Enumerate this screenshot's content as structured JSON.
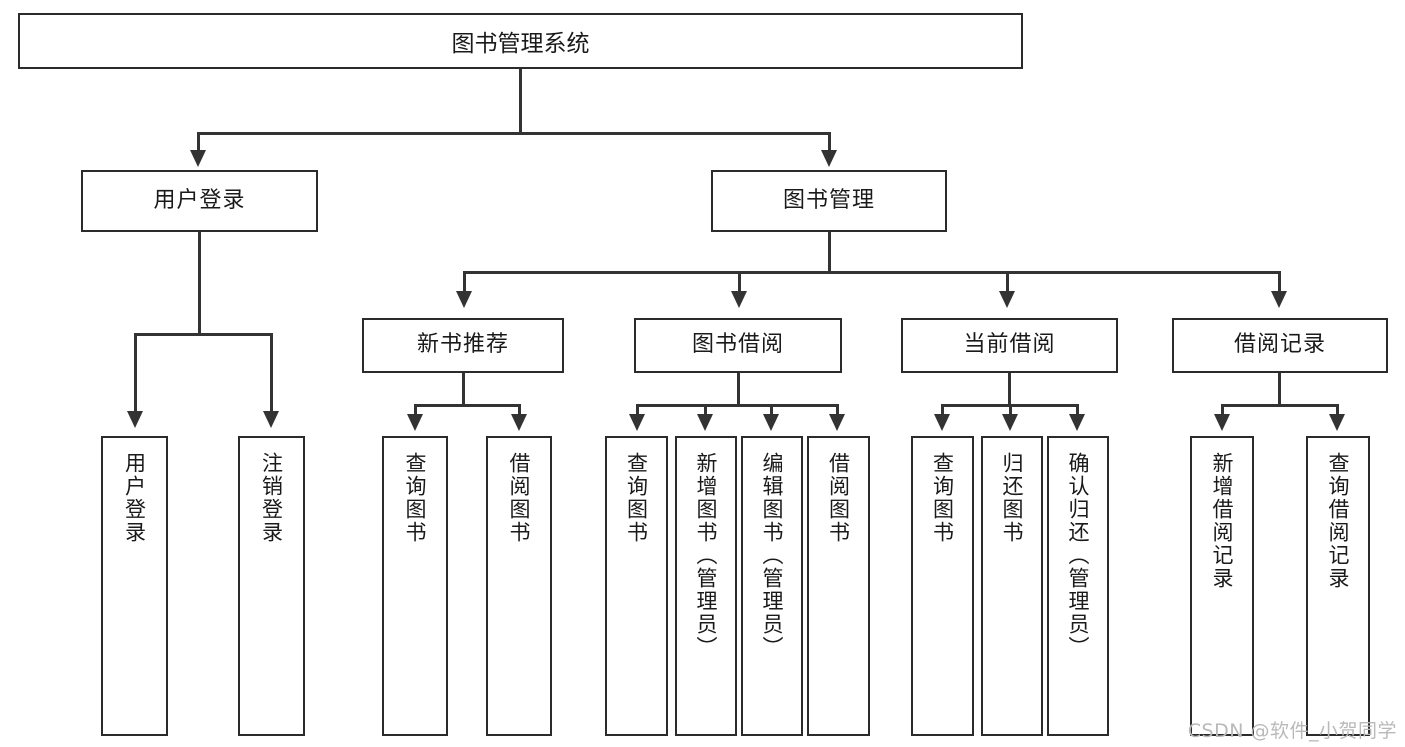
{
  "diagram": {
    "type": "tree",
    "title": "图书管理系统",
    "root": {
      "label": "图书管理系统"
    },
    "level2": [
      {
        "label": "用户登录"
      },
      {
        "label": "图书管理"
      }
    ],
    "level3": [
      {
        "label": "新书推荐"
      },
      {
        "label": "图书借阅"
      },
      {
        "label": "当前借阅"
      },
      {
        "label": "借阅记录"
      }
    ],
    "leaves": {
      "user_login": [
        {
          "label": "用户登录"
        },
        {
          "label": "注销登录"
        }
      ],
      "new_book_rec": [
        {
          "label": "查询图书"
        },
        {
          "label": "借阅图书"
        }
      ],
      "book_borrow": [
        {
          "label": "查询图书"
        },
        {
          "label": "新增图书（管理员）"
        },
        {
          "label": "编辑图书（管理员）"
        },
        {
          "label": "借阅图书"
        }
      ],
      "current_borrow": [
        {
          "label": "查询图书"
        },
        {
          "label": "归还图书"
        },
        {
          "label": "确认归还（管理员）"
        }
      ],
      "borrow_record": [
        {
          "label": "新增借阅记录"
        },
        {
          "label": "查询借阅记录"
        }
      ]
    }
  },
  "watermark": {
    "text": "CSDN @软件_小贺同学"
  },
  "colors": {
    "stroke": "#2b2b2b",
    "line": "#333333",
    "background": "#ffffff",
    "watermark": "#b9b9b9"
  }
}
